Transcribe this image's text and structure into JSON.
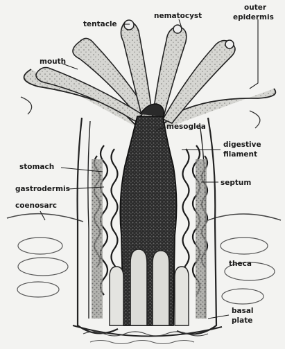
{
  "labels": {
    "tentacle": "tentacle",
    "nematocyst": "nematocyst",
    "outer_epidermis_line1": "outer",
    "outer_epidermis_line2": "epidermis",
    "mouth": "mouth",
    "mesoglea": "mesoglea",
    "digestive_filament_line1": "digestive",
    "digestive_filament_line2": "filament",
    "stomach": "stomach",
    "gastrodermis": "gastrodermis",
    "septum": "septum",
    "coenosarc": "coenosarc",
    "theca": "theca",
    "basal_plate_line1": "basal",
    "basal_plate_line2": "plate"
  },
  "colors": {
    "ink": "#1a1a1a",
    "paper": "#f3f3f1",
    "shade_light": "#cfcfcb",
    "shade_mid": "#8d8d89",
    "shade_dark": "#2b2b2b"
  }
}
